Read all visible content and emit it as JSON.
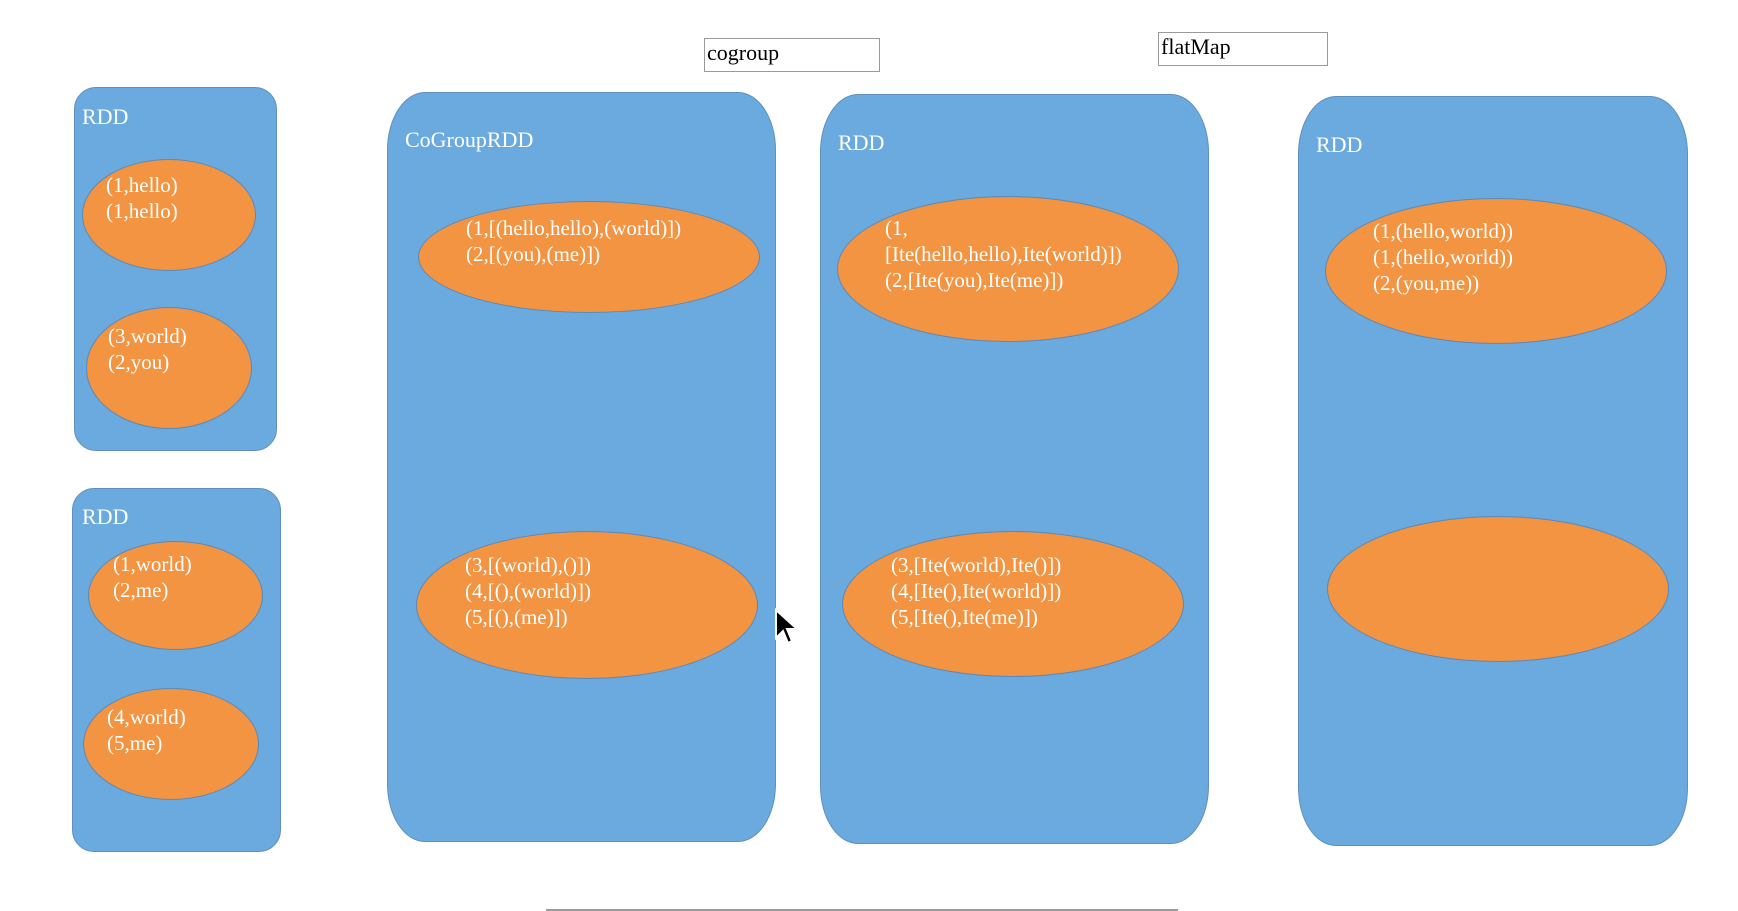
{
  "labels": {
    "cogroup": "cogroup",
    "flatmap": "flatMap"
  },
  "rdds": [
    {
      "title": "RDD",
      "partitions": [
        [
          "(1,hello)",
          "(1,hello)"
        ],
        [
          "(3,world)",
          "(2,you)"
        ]
      ]
    },
    {
      "title": "RDD",
      "partitions": [
        [
          "(1,world)",
          "(2,me)"
        ],
        [
          "(4,world)",
          "(5,me)"
        ]
      ]
    },
    {
      "title": "CoGroupRDD",
      "partitions": [
        [
          "(1,[(hello,hello),(world)])",
          "(2,[(you),(me)])"
        ],
        [
          "(3,[(world),()])",
          "(4,[(),(world)])",
          "(5,[(),(me)])"
        ]
      ]
    },
    {
      "title": "RDD",
      "partitions": [
        [
          "(1,",
          "[Ite(hello,hello),Ite(world)])",
          "(2,[Ite(you),Ite(me)])"
        ],
        [
          "(3,[Ite(world),Ite()])",
          "(4,[Ite(),Ite(world)])",
          "(5,[Ite(),Ite(me)])"
        ]
      ]
    },
    {
      "title": "RDD",
      "partitions": [
        [
          "(1,(hello,world))",
          "(1,(hello,world))",
          "(2,(you,me))"
        ],
        []
      ]
    }
  ],
  "colors": {
    "rdd_fill": "#6aaadf",
    "partition_fill": "#f29442",
    "text": "#ffffff"
  }
}
